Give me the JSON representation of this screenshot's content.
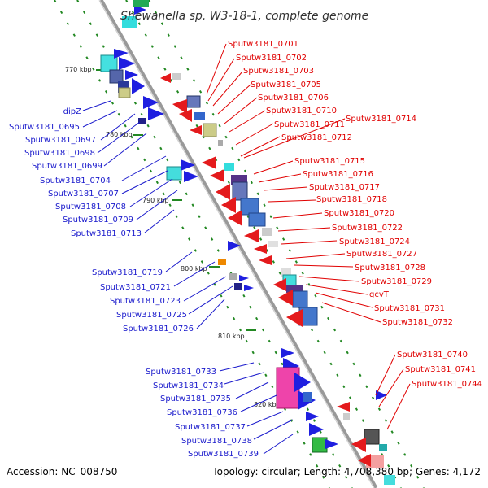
{
  "title": "Shewanella sp. W3-18-1, complete genome",
  "accession": "Accession: NC_008750",
  "topology": "Topology: circular; Length: 4,708,380 bp; Genes: 4,172",
  "colors": {
    "forward": "#1f1fe0",
    "reverse": "#e41a1c",
    "left_label": "#1a1acc",
    "right_label": "#e00000",
    "backbone": "#999999",
    "tick": "#228822"
  },
  "kbp_labels": [
    "770 kbp",
    "780 kbp",
    "790 kbp",
    "800 kbp",
    "810 kbp",
    "820 kbp"
  ],
  "left_labels": [
    "dipZ",
    "Sputw3181_0695",
    "Sputw3181_0697",
    "Sputw3181_0698",
    "Sputw3181_0699",
    "Sputw3181_0704",
    "Sputw3181_0707",
    "Sputw3181_0708",
    "Sputw3181_0709",
    "Sputw3181_0713",
    "Sputw3181_0719",
    "Sputw3181_0721",
    "Sputw3181_0723",
    "Sputw3181_0725",
    "Sputw3181_0726",
    "Sputw3181_0733",
    "Sputw3181_0734",
    "Sputw3181_0735",
    "Sputw3181_0736",
    "Sputw3181_0737",
    "Sputw3181_0738",
    "Sputw3181_0739"
  ],
  "right_labels": [
    "Sputw3181_0701",
    "Sputw3181_0702",
    "Sputw3181_0703",
    "Sputw3181_0705",
    "Sputw3181_0706",
    "Sputw3181_0710",
    "Sputw3181_0711",
    "Sputw3181_0714",
    "Sputw3181_0712",
    "Sputw3181_0715",
    "Sputw3181_0716",
    "Sputw3181_0717",
    "Sputw3181_0718",
    "Sputw3181_0720",
    "Sputw3181_0722",
    "Sputw3181_0724",
    "Sputw3181_0727",
    "Sputw3181_0728",
    "Sputw3181_0729",
    "gcvT",
    "Sputw3181_0731",
    "Sputw3181_0732",
    "Sputw3181_0740",
    "Sputw3181_0741",
    "Sputw3181_0744"
  ]
}
